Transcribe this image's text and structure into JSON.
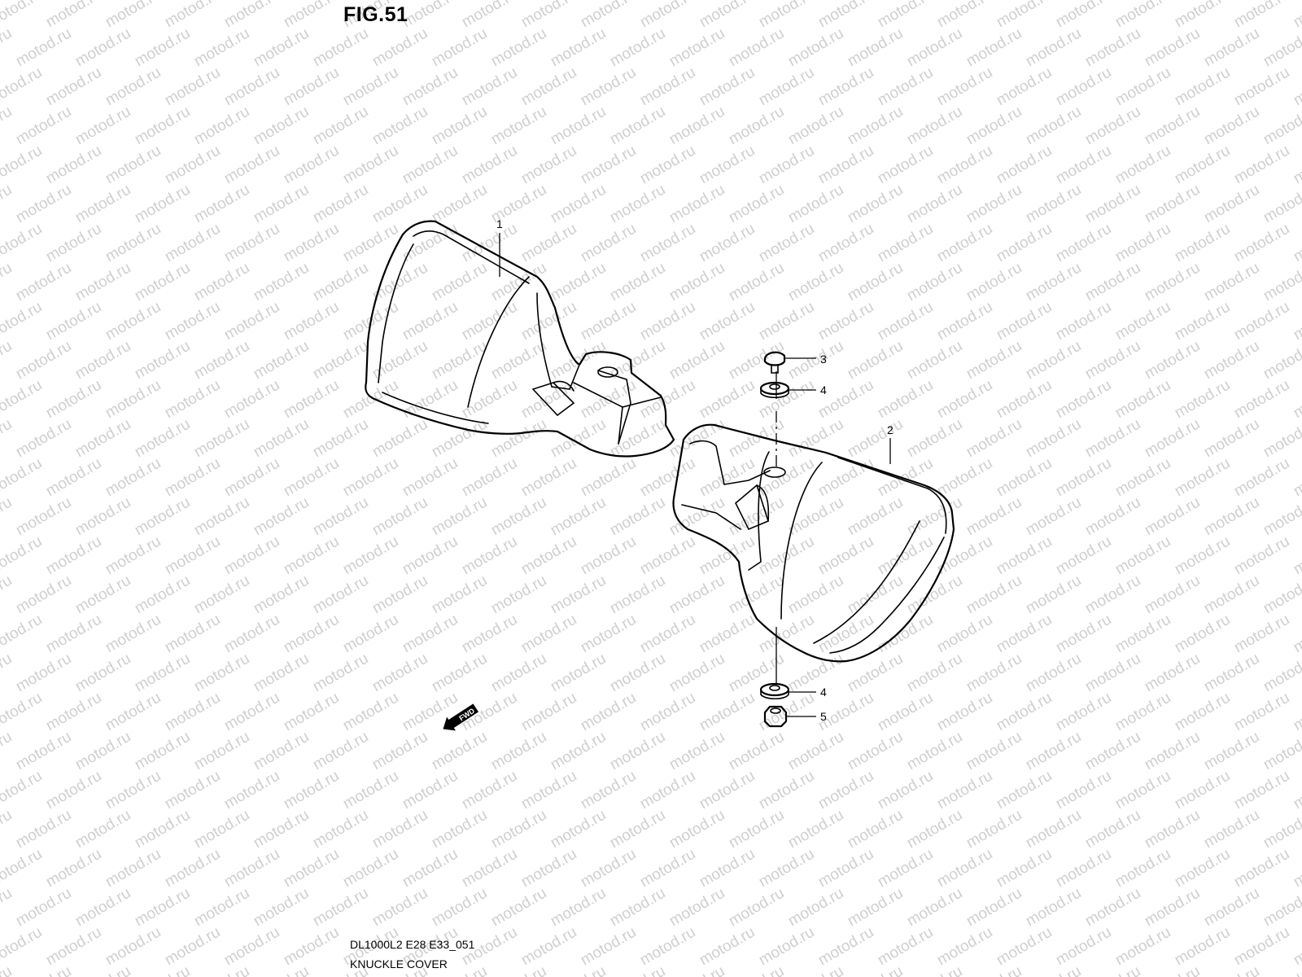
{
  "figure": {
    "title": "FIG.51",
    "code": "DL1000L2 E28 E33_051",
    "name": "KNUCKLE COVER"
  },
  "watermark": {
    "text": "motod.ru"
  },
  "callouts": [
    {
      "ref": "1"
    },
    {
      "ref": "2"
    },
    {
      "ref": "3"
    },
    {
      "ref": "4"
    },
    {
      "ref": "4"
    },
    {
      "ref": "5"
    }
  ],
  "fwd_arrow": {
    "label": "FWD"
  }
}
